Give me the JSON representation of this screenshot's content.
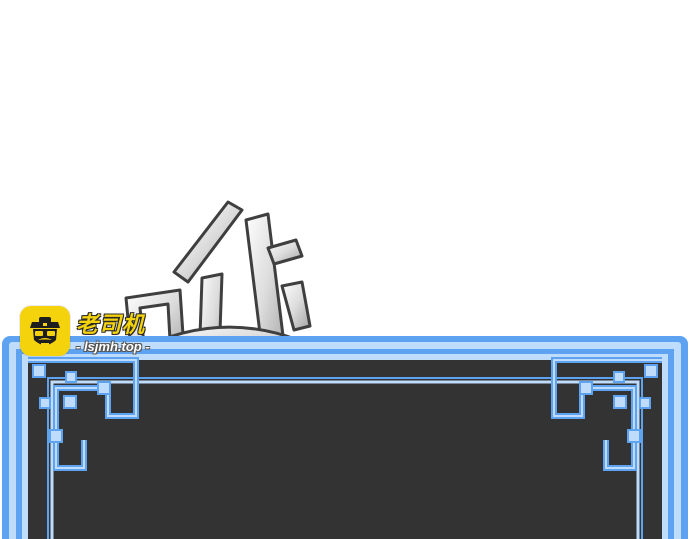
{
  "watermark": {
    "title": "老司机",
    "url": "- lsjmh.top -",
    "icon": "driver-face-icon",
    "badge_color": "#f4d20c"
  },
  "sound_effect": {
    "icon": "rumble-sfx-lettering"
  },
  "panel": {
    "border_color": "#5ea3f2",
    "inner_light_color": "#bfdcfc",
    "fill_color": "#333333",
    "corner_ornament": "lattice-corner-icon"
  }
}
